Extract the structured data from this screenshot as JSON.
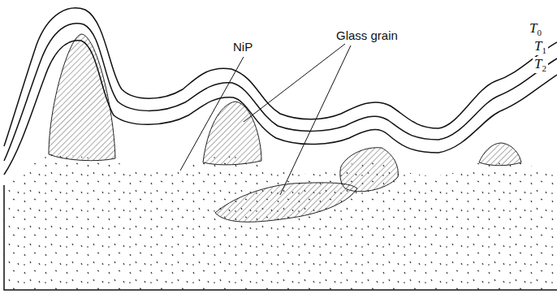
{
  "diagram": {
    "labels": [
      "NiP",
      "Glass grain",
      "T0",
      "T1",
      "T2"
    ]
  }
}
